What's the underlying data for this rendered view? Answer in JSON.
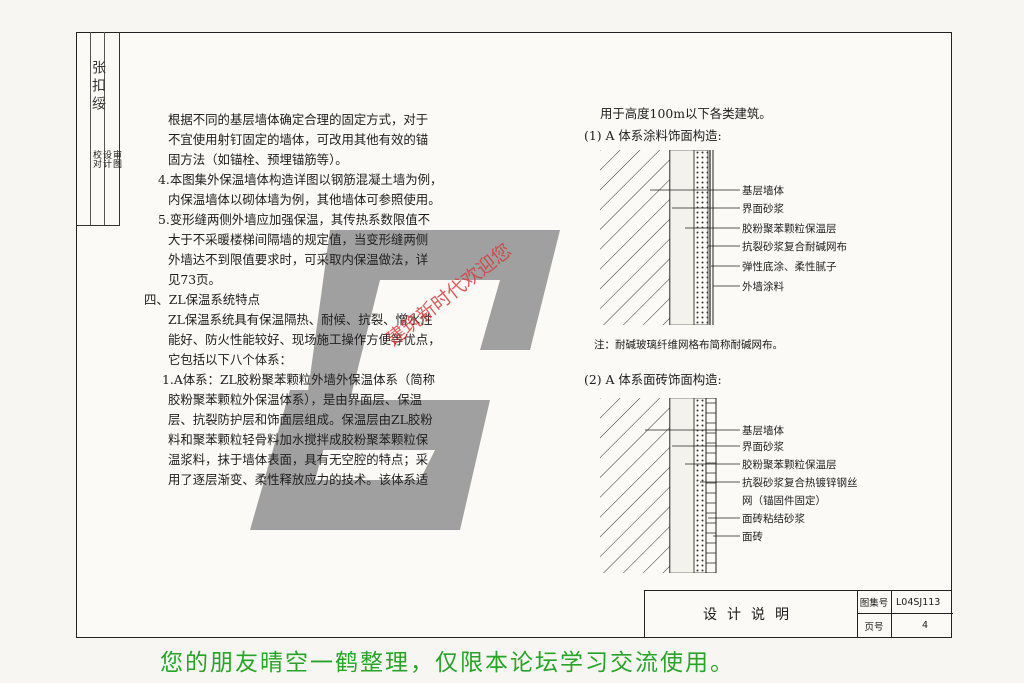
{
  "left_column": {
    "paragraphs": [
      "根据不同的基层墙体确定合理的固定方式，对于",
      "不宜使用射钉固定的墙体，可改用其他有效的锚",
      "固方法（如锚栓、预埋锚筋等）。",
      "4.本图集外保温墙体构造详图以钢筋混凝土墙为例，",
      "内保温墙体以砌体墙为例，其他墙体可参照使用。",
      "5.变形缝两侧外墙应加强保温，其传热系数限值不",
      "大于不采暖楼梯间隔墙的规定值，当变形缝两侧",
      "外墙达不到限值要求时，可采取内保温做法，详",
      "见73页。",
      "四、ZL保温系统特点",
      "ZL保温系统具有保温隔热、耐候、抗裂、憎水性",
      "能好、防火性能较好、现场施工操作方便等优点，",
      "它包括以下八个体系：",
      "1.A体系：ZL胶粉聚苯颗粒外墙外保温体系（简称",
      "胶粉聚苯颗粒外保温体系），是由界面层、保温",
      "层、抗裂防护层和饰面层组成。保温层由ZL胶粉",
      "料和聚苯颗粒轻骨料加水搅拌成胶粉聚苯颗粒保",
      "温浆料，抹于墙体表面，具有无空腔的特点；采",
      "用了逐层渐变、柔性释放应力的技术。该体系适"
    ]
  },
  "right_column": {
    "intro": "用于高度100m以下各类建筑。",
    "section1_title": "(1) A 体系涂料饰面构造:",
    "section1_layers": [
      "基层墙体",
      "界面砂浆",
      "胶粉聚苯颗粒保温层",
      "抗裂砂浆复合耐碱网布",
      "弹性底涂、柔性腻子",
      "外墙涂料"
    ],
    "section1_note": "注：耐碱玻璃纤维网格布简称耐碱网布。",
    "section2_title": "(2) A 体系面砖饰面构造:",
    "section2_layers": [
      "基层墙体",
      "界面砂浆",
      "胶粉聚苯颗粒保温层",
      "抗裂砂浆复合热镀锌钢丝",
      "网（锚固件固定）",
      "面砖粘结砂浆",
      "面砖"
    ]
  },
  "gutter": {
    "signature": "张扣绥",
    "labels": [
      "校对",
      "设计",
      "审图"
    ]
  },
  "title_block": {
    "title": "设计说明",
    "atlas_label": "图集号",
    "atlas_value": "L04SJ113",
    "page_label": "页号",
    "page_value": "4"
  },
  "watermark": {
    "text": "建筑新时代欢迎您"
  },
  "footer": {
    "text": "您的朋友晴空一鹤整理，仅限本论坛学习交流使用。"
  },
  "colors": {
    "watermark_shape": "#8c8c8c",
    "watermark_text": "#d23c3c",
    "footer_text": "#28a428"
  }
}
